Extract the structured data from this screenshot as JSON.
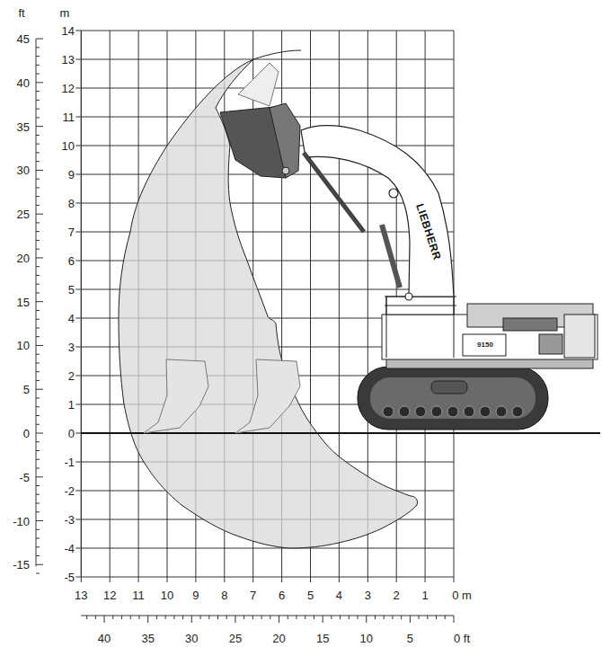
{
  "diagram": {
    "labels": [
      "ft",
      "m",
      "45",
      "40",
      "35",
      "30",
      "25",
      "20",
      "15",
      "10",
      "5",
      "0",
      "-5",
      "-10",
      "-15",
      "14",
      "13",
      "12",
      "11",
      "10",
      "9",
      "8",
      "7",
      "6",
      "5",
      "4",
      "3",
      "2",
      "1",
      "0",
      "-1",
      "-2",
      "-3",
      "-4",
      "-5",
      "13",
      "12",
      "11",
      "10",
      "9",
      "8",
      "7",
      "6",
      "5",
      "4",
      "3",
      "2",
      "1",
      "0 m",
      "40",
      "35",
      "30",
      "25",
      "20",
      "15",
      "10",
      "5",
      "0 ft",
      "LIEBHERR",
      "9150"
    ]
  }
}
